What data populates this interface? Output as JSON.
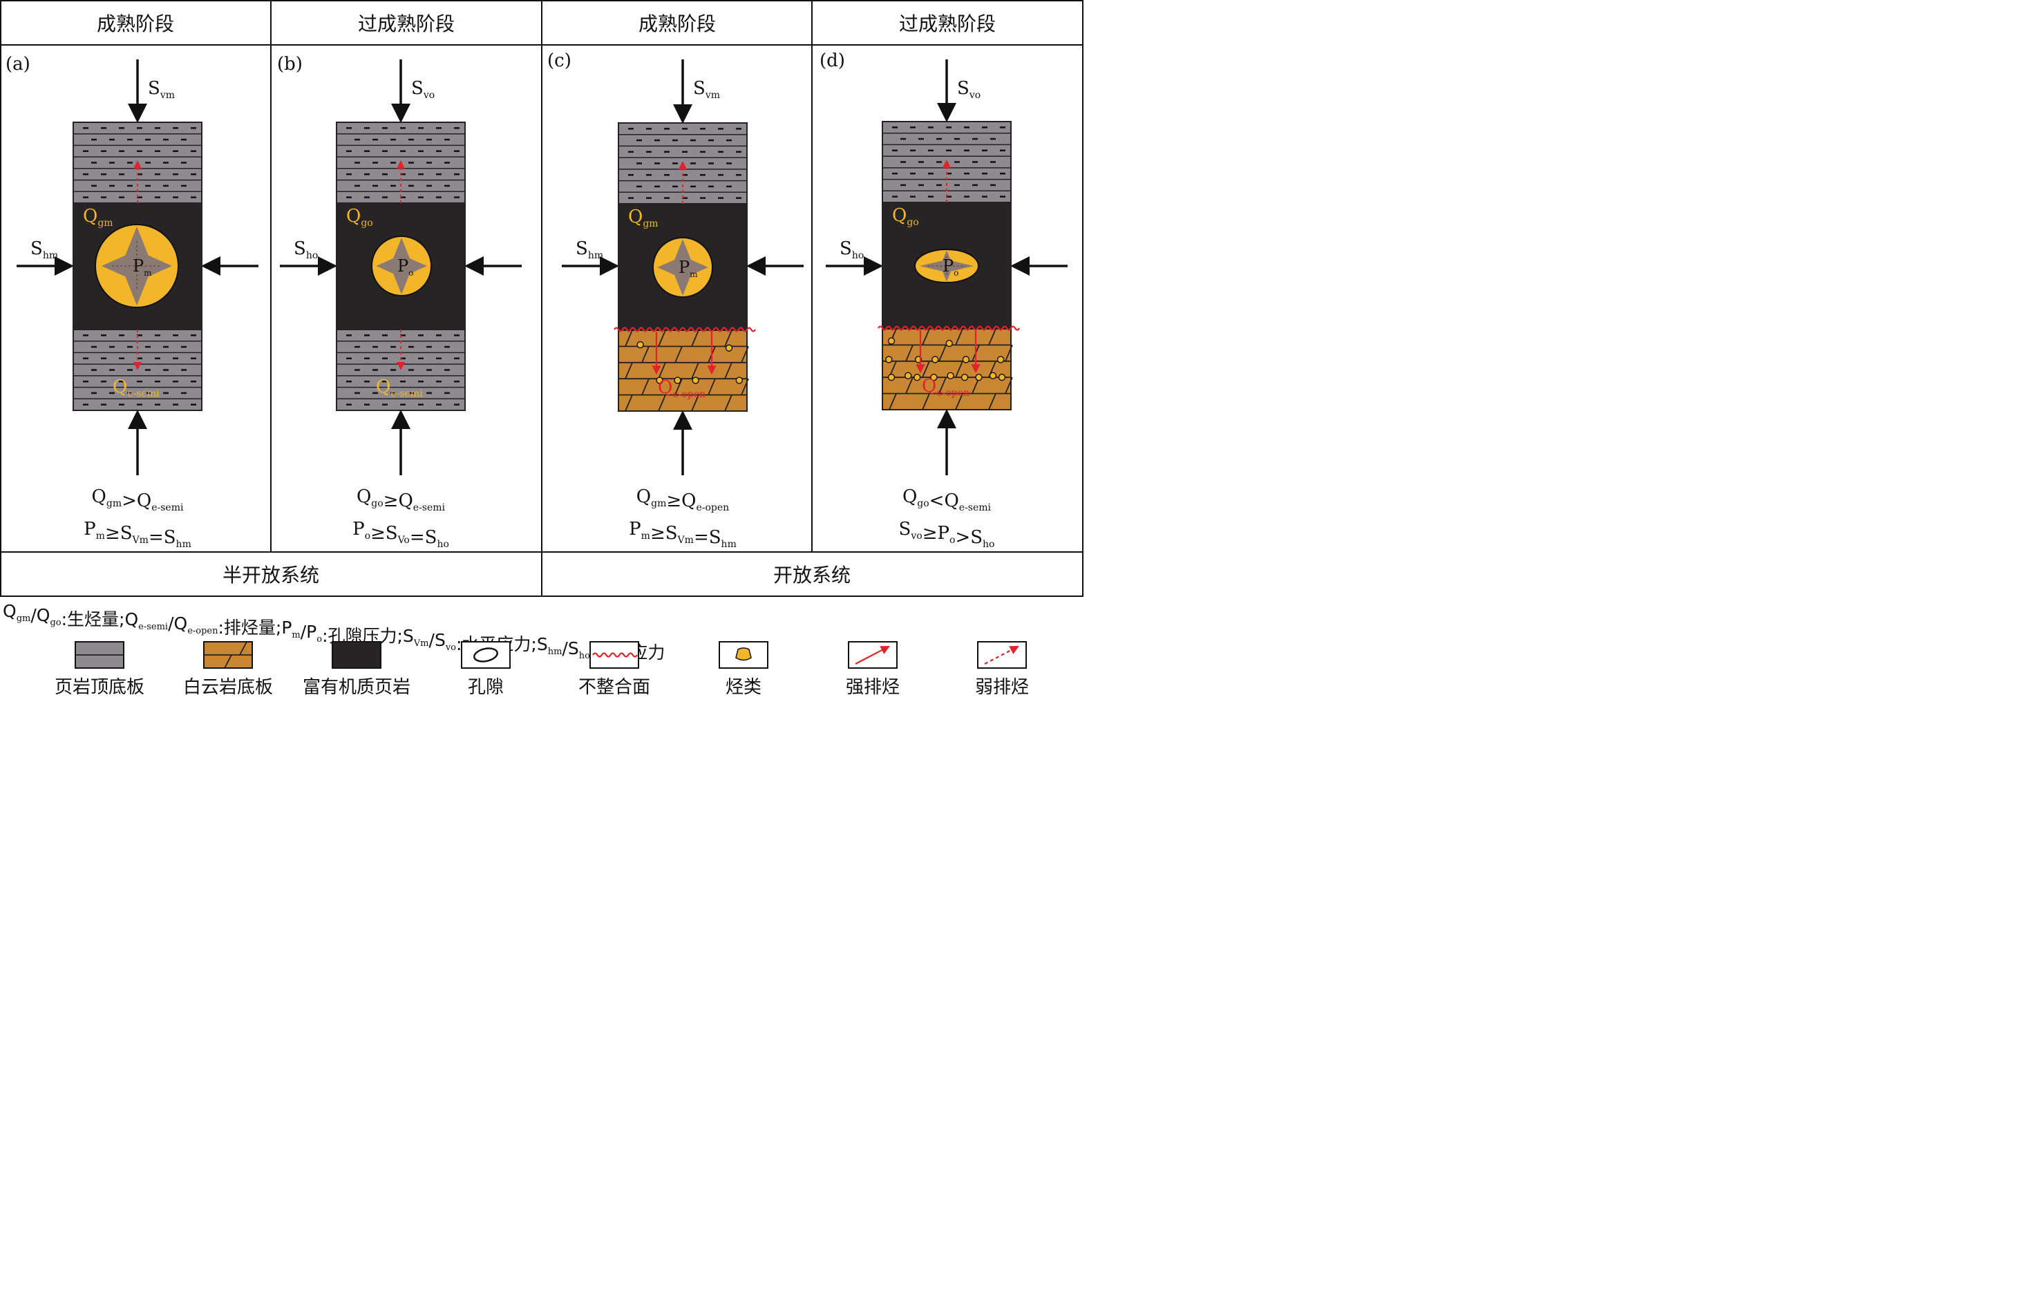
{
  "stages": [
    {
      "header": "成熟阶段",
      "letter": "(a)"
    },
    {
      "header": "过成熟阶段",
      "letter": "(b)"
    },
    {
      "header": "成熟阶段",
      "letter": "(c)"
    },
    {
      "header": "过成熟阶段",
      "letter": "(d)"
    }
  ],
  "labels": {
    "a": {
      "sv_main": "S",
      "sv_sub": "vm",
      "sh_main": "S",
      "sh_sub": "hm",
      "q_main": "Q",
      "q_sub": "gm",
      "p_main": "P",
      "p_sub": "m",
      "qe_main": "Q",
      "qe_sub": "e-semi",
      "eq1": [
        [
          "Q",
          "gm"
        ],
        [
          ">Q",
          "e-semi"
        ]
      ],
      "eq2": [
        [
          "P",
          "m"
        ],
        [
          "≥S",
          "Vm"
        ],
        [
          "=S",
          "hm"
        ]
      ]
    },
    "b": {
      "sv_main": "S",
      "sv_sub": "vo",
      "sh_main": "S",
      "sh_sub": "ho",
      "q_main": "Q",
      "q_sub": "go",
      "p_main": "P",
      "p_sub": "o",
      "qe_main": "Q",
      "qe_sub": "e-semi",
      "eq1": [
        [
          "Q",
          "go"
        ],
        [
          "≥Q",
          "e-semi"
        ]
      ],
      "eq2": [
        [
          "P",
          "o"
        ],
        [
          "≥S",
          "Vo"
        ],
        [
          "=S",
          "ho"
        ]
      ]
    },
    "c": {
      "sv_main": "S",
      "sv_sub": "vm",
      "sh_main": "S",
      "sh_sub": "hm",
      "q_main": "Q",
      "q_sub": "gm",
      "p_main": "P",
      "p_sub": "m",
      "qe_main": "Q",
      "qe_sub": "e-open",
      "eq1": [
        [
          "Q",
          "gm"
        ],
        [
          "≥Q",
          "e-open"
        ]
      ],
      "eq2": [
        [
          "P",
          "m"
        ],
        [
          "≥S",
          "Vm"
        ],
        [
          "=S",
          "hm"
        ]
      ]
    },
    "d": {
      "sv_main": "S",
      "sv_sub": "vo",
      "sh_main": "S",
      "sh_sub": "ho",
      "q_main": "Q",
      "q_sub": "go",
      "p_main": "P",
      "p_sub": "o",
      "qe_main": "Q",
      "qe_sub": "e-open",
      "eq1": [
        [
          "Q",
          "go"
        ],
        [
          "<Q",
          "e-semi"
        ]
      ],
      "eq2": [
        [
          "S",
          "vo"
        ],
        [
          "≥P",
          "o"
        ],
        [
          ">S",
          "ho"
        ]
      ]
    }
  },
  "systems": {
    "semi_open": "半开放系统",
    "open": "开放系统"
  },
  "legend_line": [
    [
      "Q",
      "gm"
    ],
    [
      "/Q",
      "go"
    ],
    [
      ":生烃量;Q",
      "e-semi"
    ],
    [
      "/Q",
      "e-open"
    ],
    [
      ":排烃量;P",
      "m"
    ],
    [
      "/P",
      "o"
    ],
    [
      ":孔隙压力;S",
      "Vm"
    ],
    [
      "/S",
      "vo"
    ],
    [
      ":水平应力;S",
      "hm"
    ],
    [
      "/S",
      "ho"
    ],
    [
      ":垂向应力",
      ""
    ]
  ],
  "legend_items": [
    {
      "icon": "shale-swatch-icon",
      "label": "页岩顶底板"
    },
    {
      "icon": "dolomite-swatch-icon",
      "label": "白云岩底板"
    },
    {
      "icon": "organic-shale-swatch-icon",
      "label": "富有机质页岩"
    },
    {
      "icon": "pore-icon",
      "label": "孔隙"
    },
    {
      "icon": "unconformity-icon",
      "label": "不整合面"
    },
    {
      "icon": "hydrocarbon-icon",
      "label": "烃类"
    },
    {
      "icon": "strong-expulsion-arrow-icon",
      "label": "强排烃"
    },
    {
      "icon": "weak-expulsion-arrow-icon",
      "label": "弱排烃"
    }
  ],
  "colors": {
    "shale_gray": "#8e8a8f",
    "organic_black": "#262424",
    "dolomite_orange": "#c98734",
    "hydrocarbon_yellow": "#f3b52a",
    "expulsion_red": "#e2232b",
    "pressure_arrow_gray": "#8b7a74",
    "label_yellow": "#f3b52a"
  }
}
